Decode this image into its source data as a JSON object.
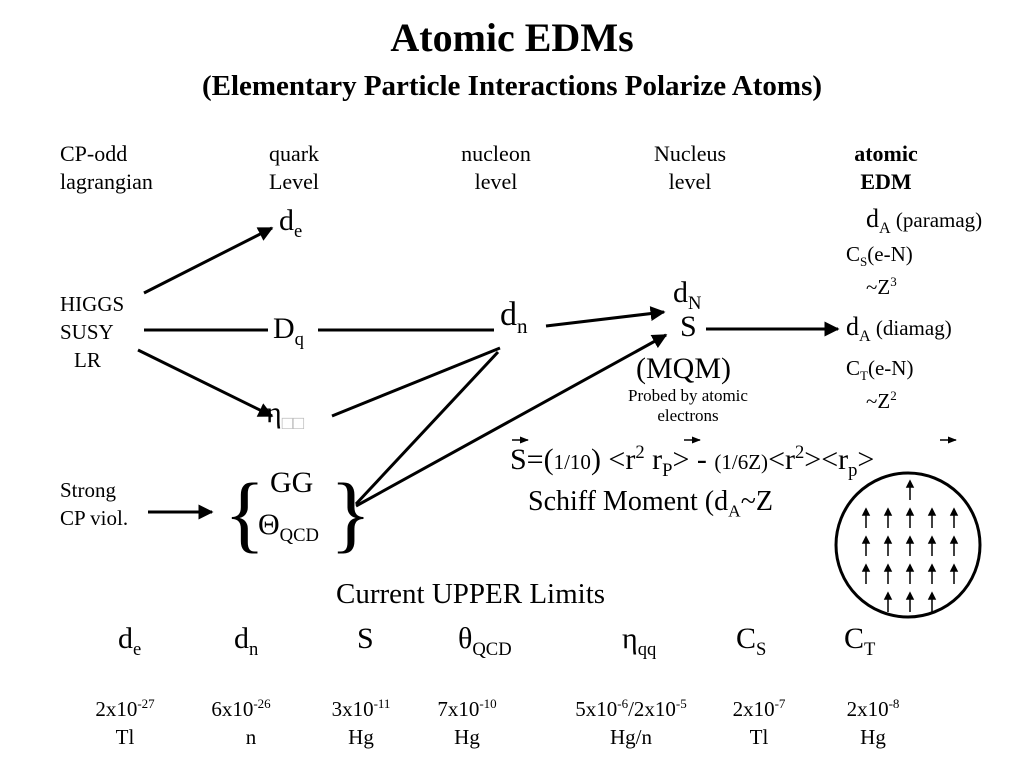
{
  "title": "Atomic EDMs",
  "subtitle": "(Elementary Particle Interactions Polarize Atoms)",
  "columns": [
    {
      "line1": "CP-odd",
      "line2": "lagrangian"
    },
    {
      "line1": "quark",
      "line2": "Level"
    },
    {
      "line1": "nucleon",
      "line2": "level"
    },
    {
      "line1": "Nucleus",
      "line2": "level"
    },
    {
      "line1": "atomic",
      "line2": "EDM"
    }
  ],
  "sources": {
    "higgs": [
      "HIGGS",
      "SUSY",
      "LR"
    ],
    "strong": [
      "Strong",
      "CP viol."
    ]
  },
  "quark_level": {
    "de": {
      "base": "d",
      "sub": "e"
    },
    "dq": {
      "base": "D",
      "sub": "q"
    },
    "eta": {
      "base": "η",
      "sub": "□□"
    },
    "gg": "GG",
    "theta": {
      "base": "Θ",
      "sub": "QCD"
    }
  },
  "nucleon_level": {
    "dn": {
      "base": "d",
      "sub": "n"
    }
  },
  "nucleus_level": {
    "dN": {
      "base": "d",
      "sub": "N"
    },
    "S": "S",
    "mqm": "(MQM)",
    "probed": [
      "Probed by atomic",
      "electrons"
    ]
  },
  "atomic_edm": {
    "para": {
      "base": "d",
      "sub": "A",
      "note": " (paramag)"
    },
    "cs": {
      "base": "C",
      "sub": "S",
      "rest": "(e-N)"
    },
    "z3": {
      "base": "~Z",
      "sup": "3"
    },
    "dia": {
      "base": "d",
      "sub": "A",
      "note": " (diamag)"
    },
    "ct": {
      "base": "C",
      "sub": "T",
      "rest": "(e-N)"
    },
    "z2": {
      "base": "~Z",
      "sup": "2"
    }
  },
  "schiff": {
    "formula": {
      "s_eq": "S=(",
      "tenth": "1/10",
      "mid1": ") <r",
      "sup2a": "2",
      "rp": " r",
      "rp_sub": "P",
      "mid2": "> - ",
      "sixz": "(1/6Z)",
      "mid3": "<r",
      "sup2b": "2",
      "mid4": "><r",
      "rp2_sub": "p",
      "end": ">"
    },
    "label": "Schiff Moment (d",
    "label_sub": "A",
    "label_tail": "~Z"
  },
  "limits": {
    "heading": "Current UPPER Limits",
    "items": [
      {
        "base": "d",
        "sub": "e",
        "mant": "2x10",
        "exp": "-27",
        "system": "Tl"
      },
      {
        "base": "d",
        "sub": "n",
        "mant": "6x10",
        "exp": "-26",
        "system": "n"
      },
      {
        "base": "S",
        "sub": "",
        "mant": "3x10",
        "exp": "-11",
        "system": "Hg"
      },
      {
        "base": "θ",
        "sub": "QCD",
        "mant": "7x10",
        "exp": "-10",
        "system": "Hg"
      },
      {
        "base": "η",
        "sub": "qq",
        "mant": "5x10",
        "exp": "-6",
        "mant2": "/2x10",
        "exp2": "-5",
        "system": "Hg/n"
      },
      {
        "base": "C",
        "sub": "S",
        "mant": "2x10",
        "exp": "-7",
        "system": "Tl"
      },
      {
        "base": "C",
        "sub": "T",
        "mant": "2x10",
        "exp": "-8",
        "system": "Hg"
      }
    ]
  }
}
